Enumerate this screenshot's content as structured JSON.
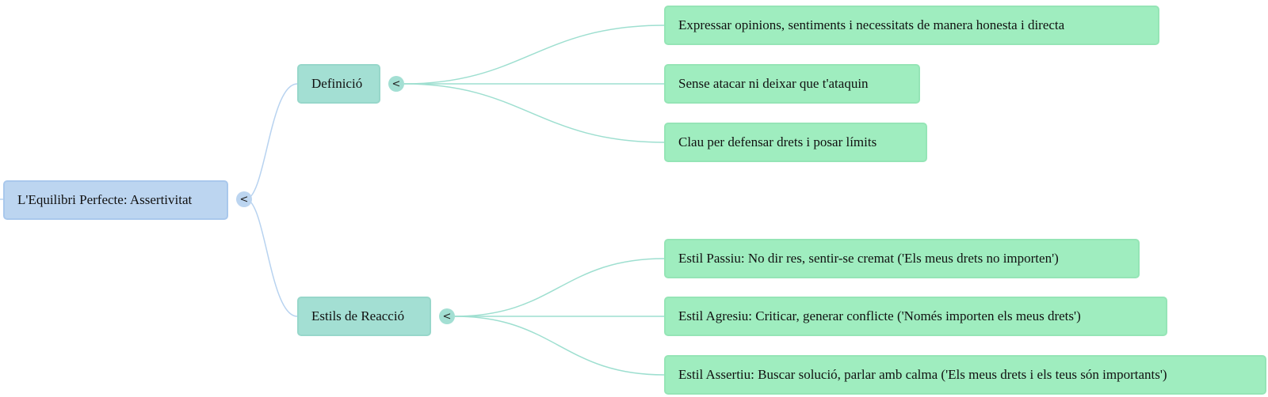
{
  "mindmap": {
    "root": {
      "label": "L'Equilibri Perfecte: Assertivitat",
      "toggle": "<"
    },
    "branches": [
      {
        "label": "Definició",
        "toggle": "<",
        "children": [
          "Expressar opinions, sentiments i necessitats de manera honesta i directa",
          "Sense atacar ni deixar que t'ataquin",
          "Clau per defensar drets i posar límits"
        ]
      },
      {
        "label": "Estils de Reacció",
        "toggle": "<",
        "children": [
          "Estil Passiu: No dir res, sentir-se cremat ('Els meus drets no importen')",
          "Estil Agresiu: Criticar, generar conflicte ('Només importen els meus drets')",
          "Estil Assertiu: Buscar solució, parlar amb calma ('Els meus drets i els teus són importants')"
        ]
      }
    ]
  },
  "colors": {
    "root": "#bcd5f0",
    "category": "#a3dfd3",
    "leaf": "#9fedbf",
    "root_link": "#b8d3f0",
    "branch_link": "#9edfd0"
  }
}
